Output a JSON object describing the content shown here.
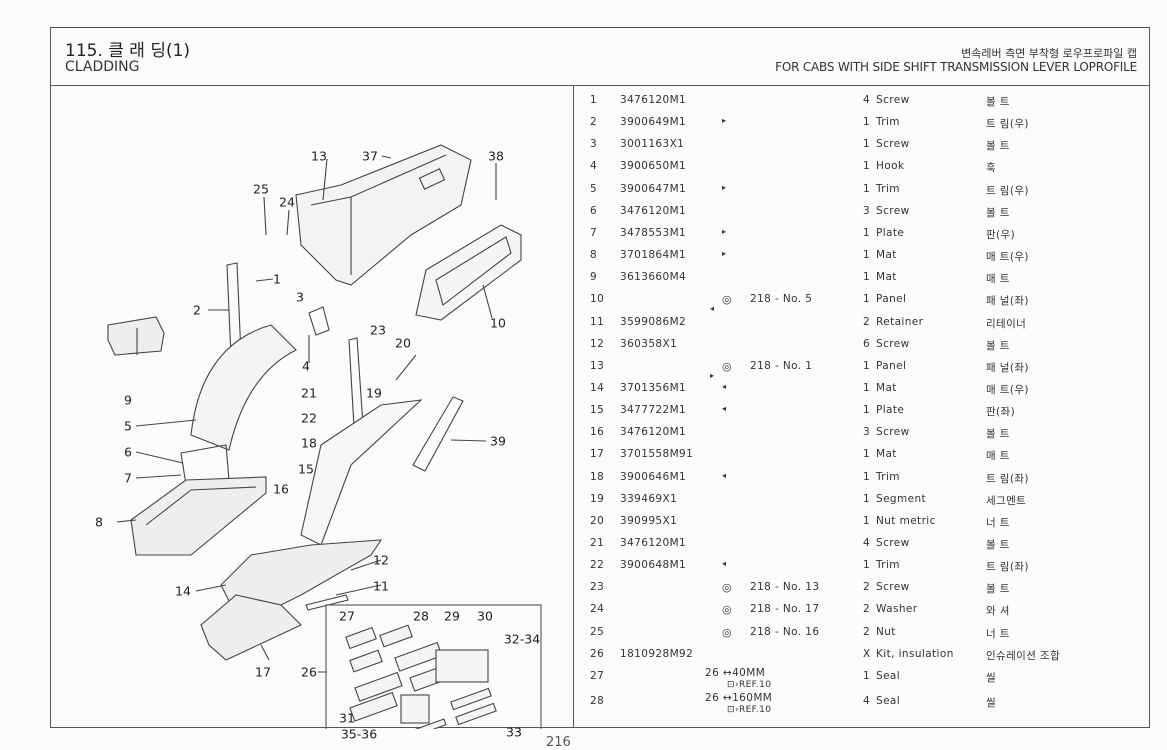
{
  "header": {
    "title_ko": "115. 클 래 딩(1)",
    "title_en": "CLADDING",
    "subtitle_ko": "변속레버 측면 부착형 로우프로파일 캡",
    "subtitle_en": "FOR CABS WITH SIDE SHIFT TRANSMISSION LEVER LOPROFILE"
  },
  "page_number": "216",
  "diagram_callouts": [
    "13",
    "37",
    "38",
    "25",
    "24",
    "1",
    "2",
    "3",
    "10",
    "23",
    "20",
    "4",
    "21",
    "19",
    "9",
    "5",
    "22",
    "18",
    "39",
    "6",
    "7",
    "15",
    "16",
    "8",
    "12",
    "11",
    "14",
    "27",
    "28",
    "29",
    "30",
    "32-34",
    "26",
    "17",
    "31",
    "35-36",
    "33"
  ],
  "parts": [
    {
      "no": "1",
      "part": "3476120M1",
      "mark": "",
      "ref": "",
      "qty": "4",
      "desc": "Screw",
      "ko": "볼  트"
    },
    {
      "no": "2",
      "part": "3900649M1",
      "mark": "▸",
      "ref": "",
      "qty": "1",
      "desc": "Trim",
      "ko": "트  림(우)"
    },
    {
      "no": "3",
      "part": "3001163X1",
      "mark": "",
      "ref": "",
      "qty": "1",
      "desc": "Screw",
      "ko": "볼  트"
    },
    {
      "no": "4",
      "part": "3900650M1",
      "mark": "",
      "ref": "",
      "qty": "1",
      "desc": "Hook",
      "ko": "훅"
    },
    {
      "no": "5",
      "part": "3900647M1",
      "mark": "▸",
      "ref": "",
      "qty": "1",
      "desc": "Trim",
      "ko": "트  림(우)"
    },
    {
      "no": "6",
      "part": "3476120M1",
      "mark": "",
      "ref": "",
      "qty": "3",
      "desc": "Screw",
      "ko": "볼  트"
    },
    {
      "no": "7",
      "part": "3478553M1",
      "mark": "▸",
      "ref": "",
      "qty": "1",
      "desc": "Plate",
      "ko": "판(우)"
    },
    {
      "no": "8",
      "part": "3701864M1",
      "mark": "▸",
      "ref": "",
      "qty": "1",
      "desc": "Mat",
      "ko": "매  트(우)"
    },
    {
      "no": "9",
      "part": "3613660M4",
      "mark": "",
      "ref": "",
      "qty": "1",
      "desc": "Mat",
      "ko": "매  트"
    },
    {
      "no": "10",
      "part": "",
      "mark": "◎",
      "ref": "218 - No. 5",
      "sub": "◂",
      "qty": "1",
      "desc": "Panel",
      "ko": "패  널(좌)"
    },
    {
      "no": "11",
      "part": "3599086M2",
      "mark": "",
      "ref": "",
      "qty": "2",
      "desc": "Retainer",
      "ko": "리테이너"
    },
    {
      "no": "12",
      "part": "360358X1",
      "mark": "",
      "ref": "",
      "qty": "6",
      "desc": "Screw",
      "ko": "볼  트"
    },
    {
      "no": "13",
      "part": "",
      "mark": "◎",
      "ref": "218 - No. 1",
      "sub": "▸",
      "qty": "1",
      "desc": "Panel",
      "ko": "패  널(좌)"
    },
    {
      "no": "14",
      "part": "3701356M1",
      "mark": "◂",
      "ref": "",
      "qty": "1",
      "desc": "Mat",
      "ko": "매  트(우)"
    },
    {
      "no": "15",
      "part": "3477722M1",
      "mark": "◂",
      "ref": "",
      "qty": "1",
      "desc": "Plate",
      "ko": "판(좌)"
    },
    {
      "no": "16",
      "part": "3476120M1",
      "mark": "",
      "ref": "",
      "qty": "3",
      "desc": "Screw",
      "ko": "볼  트"
    },
    {
      "no": "17",
      "part": "3701558M91",
      "mark": "",
      "ref": "",
      "qty": "1",
      "desc": "Mat",
      "ko": "매  트"
    },
    {
      "no": "18",
      "part": "3900646M1",
      "mark": "◂",
      "ref": "",
      "qty": "1",
      "desc": "Trim",
      "ko": "트  림(좌)"
    },
    {
      "no": "19",
      "part": "339469X1",
      "mark": "",
      "ref": "",
      "qty": "1",
      "desc": "Segment",
      "ko": "세그멘트"
    },
    {
      "no": "20",
      "part": "390995X1",
      "mark": "",
      "ref": "",
      "qty": "1",
      "desc": "Nut metric",
      "ko": "너  트"
    },
    {
      "no": "21",
      "part": "3476120M1",
      "mark": "",
      "ref": "",
      "qty": "4",
      "desc": "Screw",
      "ko": "볼  트"
    },
    {
      "no": "22",
      "part": "3900648M1",
      "mark": "◂",
      "ref": "",
      "qty": "1",
      "desc": "Trim",
      "ko": "트  림(좌)"
    },
    {
      "no": "23",
      "part": "",
      "mark": "◎",
      "ref": "218 - No. 13",
      "qty": "2",
      "desc": "Screw",
      "ko": "볼  트"
    },
    {
      "no": "24",
      "part": "",
      "mark": "◎",
      "ref": "218 - No. 17",
      "qty": "2",
      "desc": "Washer",
      "ko": "와  셔"
    },
    {
      "no": "25",
      "part": "",
      "mark": "◎",
      "ref": "218 - No. 16",
      "qty": "2",
      "desc": "Nut",
      "ko": "너  트"
    },
    {
      "no": "26",
      "part": "1810928M92",
      "mark": "",
      "ref": "",
      "qty": "X",
      "desc": "Kit, insulation",
      "ko": "인슈레이션 조합"
    },
    {
      "no": "27",
      "part": "",
      "mark": "",
      "ref": "",
      "kit": "26 ↔40MM",
      "kitref": "⊡›REF.10",
      "qty": "1",
      "desc": "Seal",
      "ko": "씰"
    },
    {
      "no": "28",
      "part": "",
      "mark": "",
      "ref": "",
      "kit": "26 ↔160MM",
      "kitref": "⊡›REF.10",
      "qty": "4",
      "desc": "Seal",
      "ko": "씰"
    }
  ]
}
